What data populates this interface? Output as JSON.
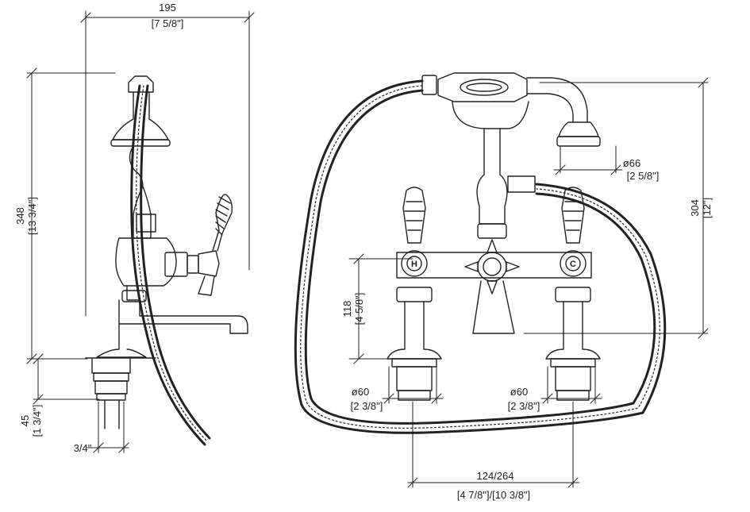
{
  "side_view": {
    "width_mm": "195",
    "width_in": "[7 5/8\"]",
    "height_mm": "348",
    "height_in": "[13 3/4\"]",
    "deck_mm": "45",
    "deck_in": "[1 3/4\"]",
    "thread": "3/4\""
  },
  "front_view": {
    "handset_dia_mm": "ø66",
    "handset_dia_in": "[2 5/8\"]",
    "height_mm": "304",
    "height_in": "[12\"]",
    "valve_height_mm": "118",
    "valve_height_in": "[4 5/8\"]",
    "left_base_dia_mm": "ø60",
    "left_base_dia_in": "[2 3/8\"]",
    "right_base_dia_mm": "ø60",
    "right_base_dia_in": "[2 3/8\"]",
    "centres_mm": "124/264",
    "centres_in": "[4 7/8\"]/[10 3/8\"]",
    "hot_mark": "H",
    "cold_mark": "C"
  },
  "colors": {
    "line": "#222222",
    "background": "#ffffff"
  }
}
